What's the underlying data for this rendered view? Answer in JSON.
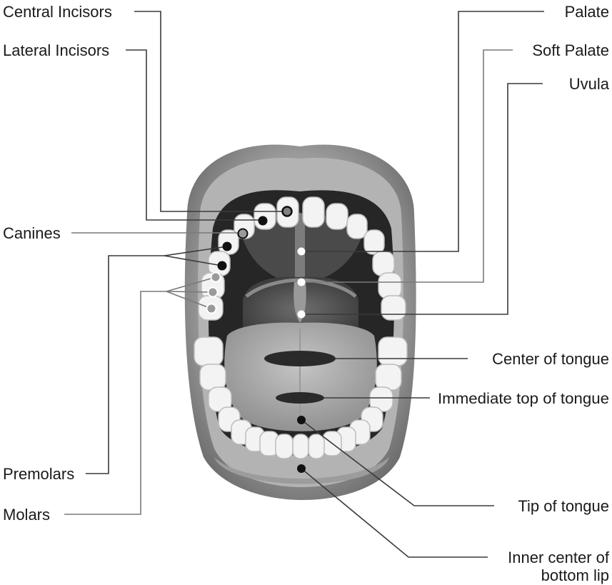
{
  "labels": {
    "central_incisors": "Central Incisors",
    "lateral_incisors": "Lateral Incisors",
    "canines": "Canines",
    "premolars": "Premolars",
    "molars": "Molars",
    "palate": "Palate",
    "soft_palate": "Soft Palate",
    "uvula": "Uvula",
    "center_of_tongue": "Center of tongue",
    "immediate_top_of_tongue": "Immediate top of tongue",
    "tip_of_tongue": "Tip of tongue",
    "inner_center_line1": "Inner center of",
    "inner_center_line2": "bottom lip"
  },
  "colors": {
    "lip_outer": "#8c8c8c",
    "lip_inner": "#bdbdbd",
    "mouth_dark": "#2b2b2b",
    "throat": "#555555",
    "tongue": "#a9a9a9",
    "teeth": "#f4f4f4",
    "marker_dark": "#111111",
    "marker_light": "#ffffff"
  }
}
